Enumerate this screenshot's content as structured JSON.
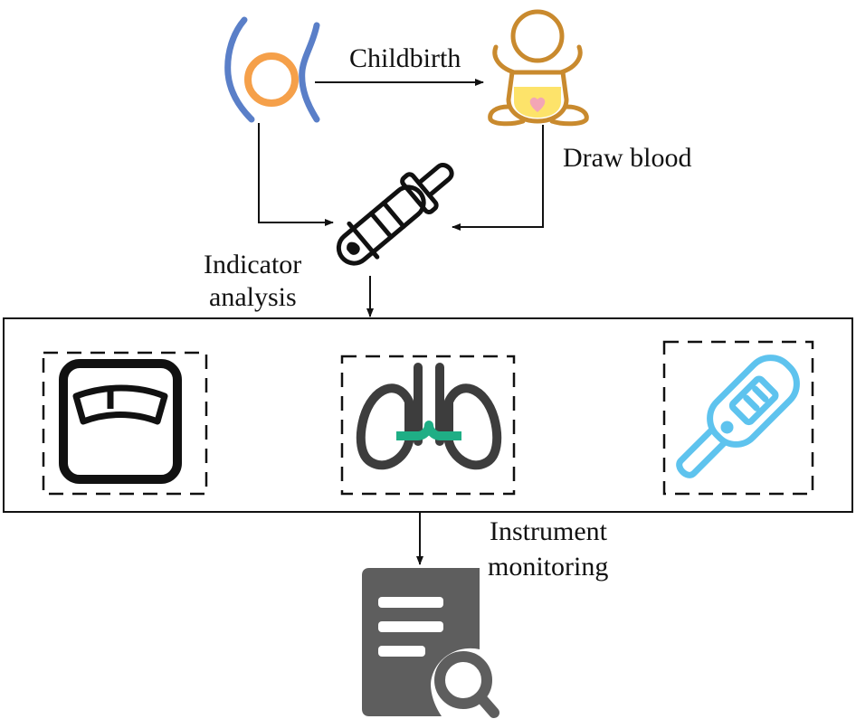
{
  "labels": {
    "childbirth": "Childbirth",
    "draw_blood": "Draw blood",
    "indicator_line1": "Indicator",
    "indicator_line2": "analysis",
    "instrument_line1": "Instrument",
    "instrument_line2": "monitoring"
  },
  "icons": {
    "pregnancy": "pregnancy-icon",
    "baby": "baby-icon",
    "test_tube": "blood-test-tube-icon",
    "scale": "weighing-scale-icon",
    "lungs": "lungs-icon",
    "thermometer": "thermometer-icon",
    "report": "report-search-icon"
  },
  "colors": {
    "pregnancy_body": "#5a7fc8",
    "pregnancy_belly": "#f5a04a",
    "baby_outline": "#c98a2e",
    "baby_diaper": "#fde36a",
    "baby_heart": "#f3a6b5",
    "lungs_gray": "#3d3d3d",
    "lungs_trachea": "#1fae85",
    "thermometer": "#5ec3ee",
    "report_gray": "#5e5e5e"
  }
}
